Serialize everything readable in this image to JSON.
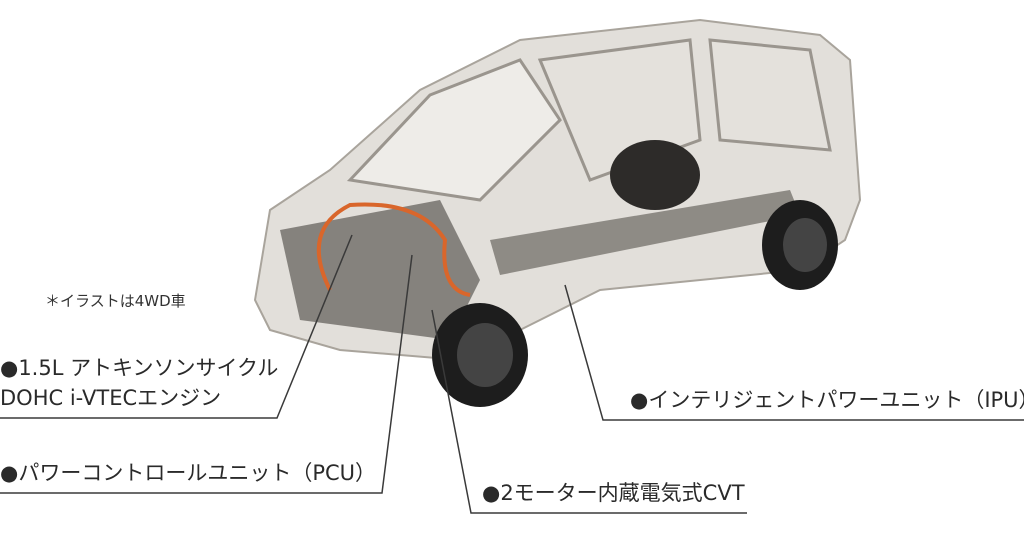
{
  "note": "＊イラストは4WD車",
  "labels": {
    "engine_line1": "●1.5L アトキンソンサイクル",
    "engine_line2": "DOHC i-VTECエンジン",
    "pcu": "●パワーコントロールユニット（PCU）",
    "cvt": "●2モーター内蔵電気式CVT",
    "ipu": "●インテリジェントパワーユニット（IPU）"
  },
  "colors": {
    "leader_line": "#3a3a3a",
    "hv_cable": "#d9662b",
    "body": "#c9c4bd"
  }
}
